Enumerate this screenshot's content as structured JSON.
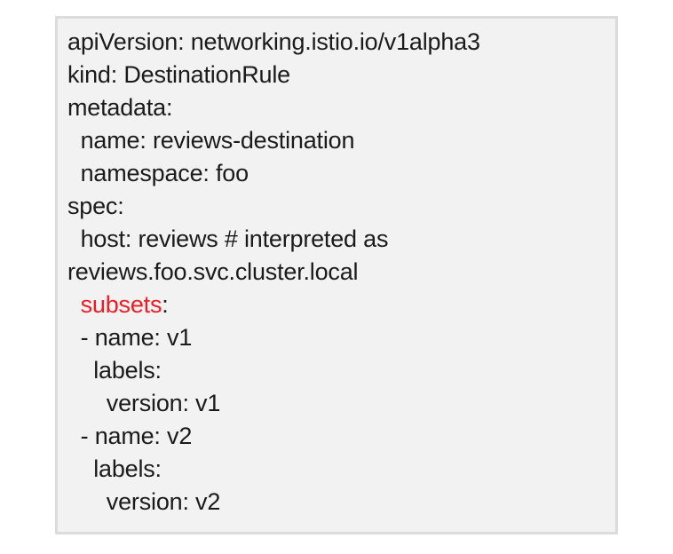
{
  "colors": {
    "page_background": "#ffffff",
    "box_background": "#f2f2f2",
    "box_border": "#dcdcdc",
    "text": "#1b1b1b",
    "highlight_red": "#ee1c25"
  },
  "snippet": {
    "lines": [
      {
        "segments": [
          {
            "text": "apiVersion: networking.istio.io/v1alpha3"
          }
        ]
      },
      {
        "segments": [
          {
            "text": "kind: DestinationRule"
          }
        ]
      },
      {
        "segments": [
          {
            "text": "metadata:"
          }
        ]
      },
      {
        "segments": [
          {
            "text": "  name: reviews-destination"
          }
        ]
      },
      {
        "segments": [
          {
            "text": "  namespace: foo"
          }
        ]
      },
      {
        "segments": [
          {
            "text": "spec:"
          }
        ]
      },
      {
        "segments": [
          {
            "text": "  host: reviews # interpreted as"
          }
        ]
      },
      {
        "segments": [
          {
            "text": "reviews.foo.svc.cluster.local"
          }
        ]
      },
      {
        "segments": [
          {
            "text": "  "
          },
          {
            "text": "subsets",
            "highlight": true
          },
          {
            "text": ":"
          }
        ]
      },
      {
        "segments": [
          {
            "text": "  - name: v1"
          }
        ]
      },
      {
        "segments": [
          {
            "text": "    labels:"
          }
        ]
      },
      {
        "segments": [
          {
            "text": "      version: v1"
          }
        ]
      },
      {
        "segments": [
          {
            "text": "  - name: v2"
          }
        ]
      },
      {
        "segments": [
          {
            "text": "    labels:"
          }
        ]
      },
      {
        "segments": [
          {
            "text": "      version: v2"
          }
        ]
      }
    ]
  }
}
